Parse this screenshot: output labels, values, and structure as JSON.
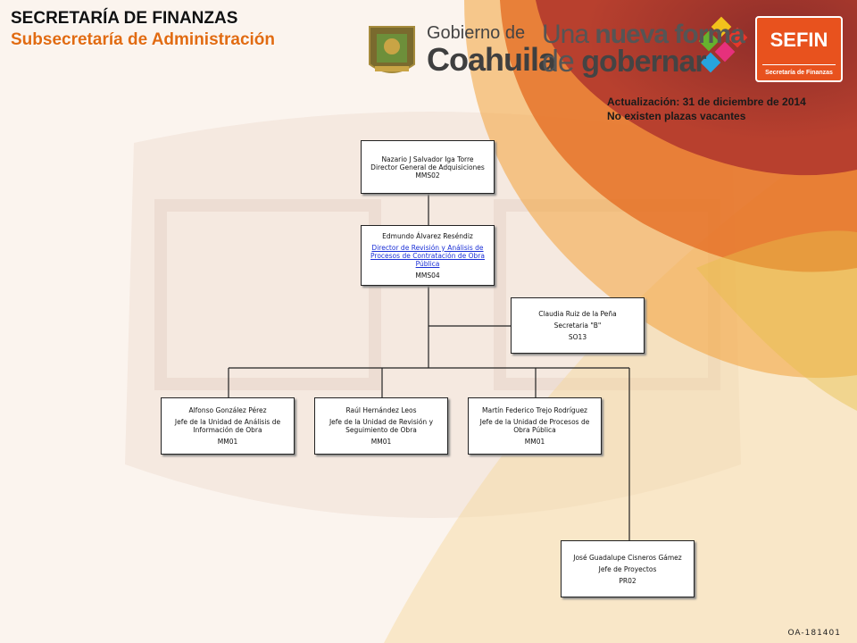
{
  "header": {
    "title": "SECRETARÍA DE FINANZAS",
    "subtitle": "Subsecretaría de Administración"
  },
  "logos": {
    "gobierno_small": "Gobierno de",
    "gobierno_big": "Coahuila",
    "slogan_line1_a": "Una ",
    "slogan_line1_b": "nueva forma",
    "slogan_line2_a": "de ",
    "slogan_line2_b": "gobernar",
    "sefin_big": "SEFIN",
    "sefin_small": "Secretaría de Finanzas"
  },
  "status": {
    "updated": "Actualización: 31  de diciembre de 2014",
    "vacancies": "No existen plazas vacantes"
  },
  "nodes": {
    "director": {
      "name": "Nazario J Salvador Iga Torre",
      "position": "Director General de Adquisiciones",
      "code": "MMS02"
    },
    "revision": {
      "name": "Edmundo Álvarez Reséndiz",
      "position": "Director de Revisión y Análisis de Procesos de Contratación de Obra Pública",
      "code": "MMS04"
    },
    "secretaria": {
      "name": "Claudia Ruiz de la Peña",
      "position": "Secretaria \"B\"",
      "code": "SO13"
    },
    "analisis": {
      "name": "Alfonso González Pérez",
      "position": "Jefe de la Unidad de Análisis de Información de Obra",
      "code": "MM01"
    },
    "seguimiento": {
      "name": "Raúl Hernández Leos",
      "position": "Jefe de la Unidad de Revisión y Seguimiento de Obra",
      "code": "MM01"
    },
    "procesos": {
      "name": "Martín Federico Trejo Rodríguez",
      "position": "Jefe de la Unidad de Procesos de Obra Pública",
      "code": "MM01"
    },
    "proyectos": {
      "name": "José Guadalupe Cisneros Gámez",
      "position": "Jefe de Proyectos",
      "code": "PR02"
    }
  },
  "footer": {
    "reference": "OA-181401"
  }
}
